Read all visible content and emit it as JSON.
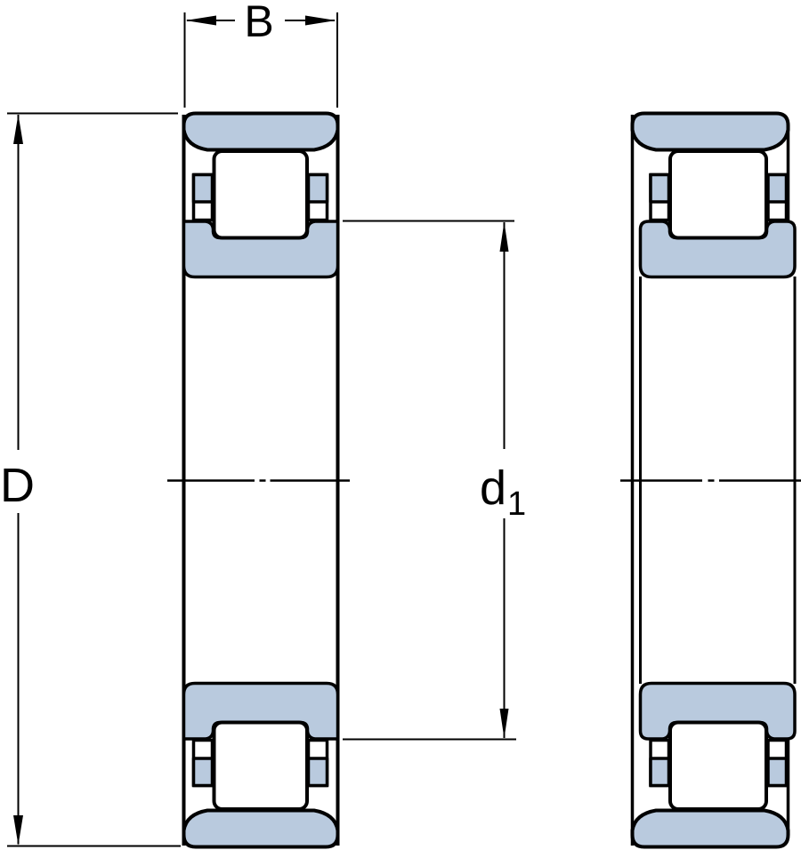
{
  "diagram": {
    "type": "technical-drawing-bearing-cross-section",
    "labels": {
      "width": "B",
      "outer_diameter": "D",
      "rib_diameter_base": "d",
      "rib_diameter_sub": "1"
    },
    "colors": {
      "ring_fill": "#b9cade",
      "line_color": "#000000",
      "label_color": "#000000",
      "background": "#ffffff"
    }
  }
}
